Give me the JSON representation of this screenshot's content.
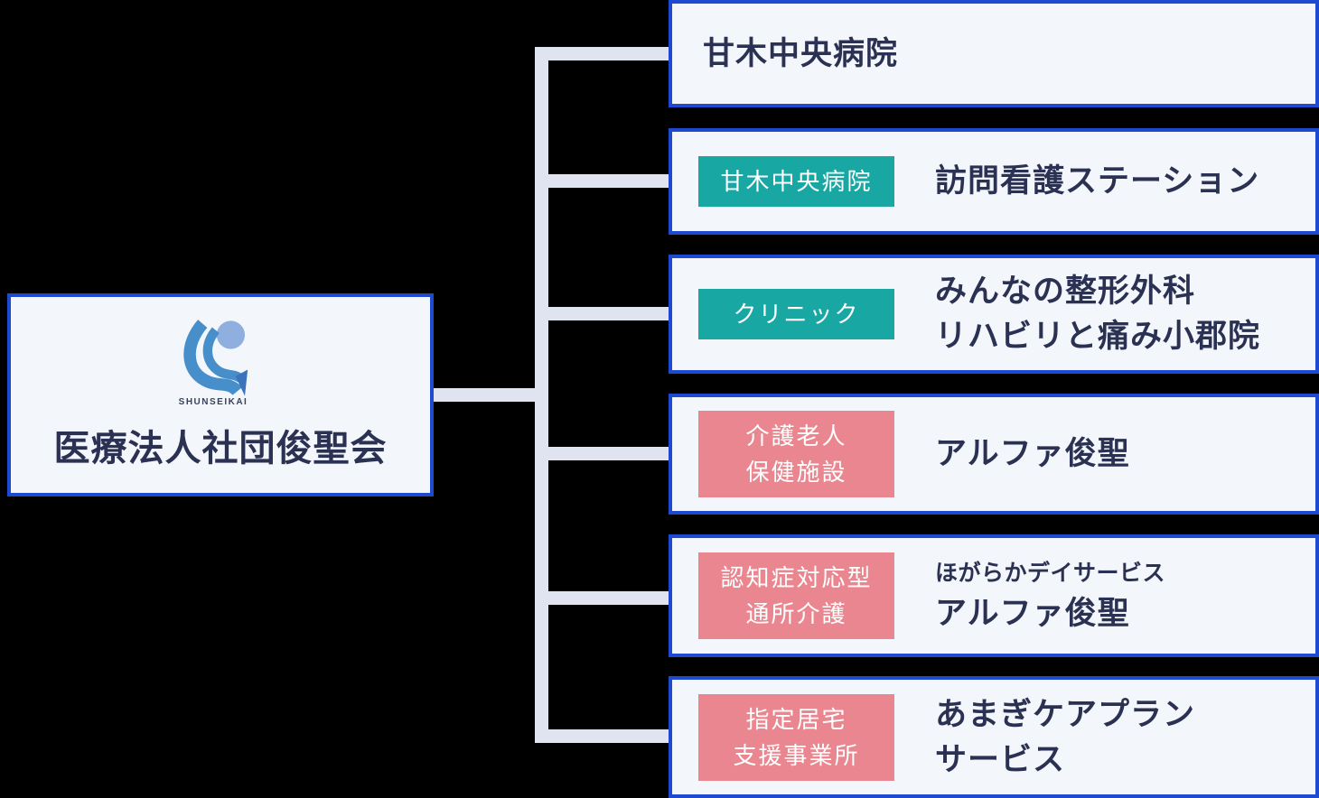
{
  "root": {
    "title": "医療法人社団俊聖会",
    "logo_caption": "SHUNSEIKAI"
  },
  "nodes": [
    {
      "badge_lines": [],
      "badge_color": null,
      "lines": [
        {
          "text": "甘木中央病院",
          "style": "large"
        }
      ]
    },
    {
      "badge_lines": [
        "甘木中央病院"
      ],
      "badge_color": "teal",
      "lines": [
        {
          "text": "訪問看護ステーション",
          "style": "large"
        }
      ]
    },
    {
      "badge_lines": [
        "クリニック"
      ],
      "badge_color": "teal",
      "lines": [
        {
          "text": "みんなの整形外科",
          "style": "large"
        },
        {
          "text": "リハビリと痛み小郡院",
          "style": "large"
        }
      ]
    },
    {
      "badge_lines": [
        "介護老人",
        "保健施設"
      ],
      "badge_color": "pink",
      "lines": [
        {
          "text": "アルファ俊聖",
          "style": "large"
        }
      ]
    },
    {
      "badge_lines": [
        "認知症対応型",
        "通所介護"
      ],
      "badge_color": "pink",
      "lines": [
        {
          "text": "ほがらかデイサービス",
          "style": "small"
        },
        {
          "text": "アルファ俊聖",
          "style": "large"
        }
      ]
    },
    {
      "badge_lines": [
        "指定居宅",
        "支援事業所"
      ],
      "badge_color": "pink",
      "lines": [
        {
          "text": "あまぎケアプラン",
          "style": "large"
        },
        {
          "text": "サービス",
          "style": "large"
        }
      ]
    }
  ],
  "colors": {
    "background": "#000000",
    "box_fill": "#f3f7fb",
    "box_border": "#1e4ad1",
    "connector": "#e0e4f0",
    "badge_teal": "#19a7a3",
    "badge_pink": "#e9868f",
    "badge_text": "#ffffff",
    "text": "#2b3152",
    "logo_circle": "#8fafdf",
    "logo_wave": "#478fca",
    "logo_tail": "#3b74bd"
  }
}
